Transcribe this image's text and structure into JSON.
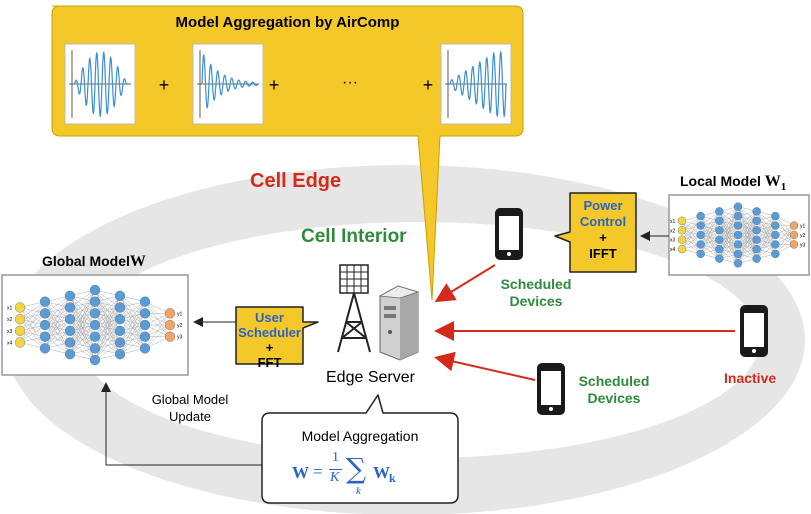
{
  "aircomp_box": {
    "title": "Model Aggregation by AirComp",
    "plus_1": "+",
    "plus_2": "+",
    "ellipsis": "···",
    "plus_3": "+"
  },
  "zones": {
    "cell_edge": "Cell Edge",
    "cell_interior": "Cell Interior"
  },
  "global_model": {
    "label": "Global Model",
    "symbol": "W"
  },
  "local_model": {
    "label": "Local Model",
    "symbol": "W",
    "subscript": "1"
  },
  "user_scheduler": {
    "line1": "User",
    "line2": "Scheduler",
    "plus": "+",
    "line3": "FFT"
  },
  "power_control": {
    "line1": "Power",
    "line2": "Control",
    "plus": "+",
    "line3": "IFFT"
  },
  "edge_server": {
    "label": "Edge Server"
  },
  "devices": {
    "scheduled_top_1": "Scheduled",
    "scheduled_top_2": "Devices",
    "scheduled_bottom_1": "Scheduled",
    "scheduled_bottom_2": "Devices",
    "inactive": "Inactive"
  },
  "global_update": {
    "line1": "Global Model",
    "line2": "Update"
  },
  "aggregation_bubble": {
    "title": "Model Aggregation",
    "lhs": "W",
    "eq": "=",
    "frac_num": "1",
    "frac_den": "K",
    "sigma": "∑",
    "sum_index": "k",
    "rhs": "W",
    "rhs_sub": "k"
  },
  "nn_output_labels": [
    "y1",
    "y2",
    "y3"
  ],
  "nn_input_labels": [
    "x1",
    "x2",
    "x3",
    "x4"
  ],
  "colors": {
    "yellow_fill": "#f5c82a",
    "yellow_stroke": "#c9a000",
    "red": "#d42a1a",
    "green": "#2e8b3c",
    "blue": "#2a63c8",
    "wave": "#3c8fd0",
    "ring": "#e8e8e8",
    "node_blue": "#5b9bd5",
    "node_orange": "#f4a460",
    "node_yellow": "#f5d442"
  }
}
